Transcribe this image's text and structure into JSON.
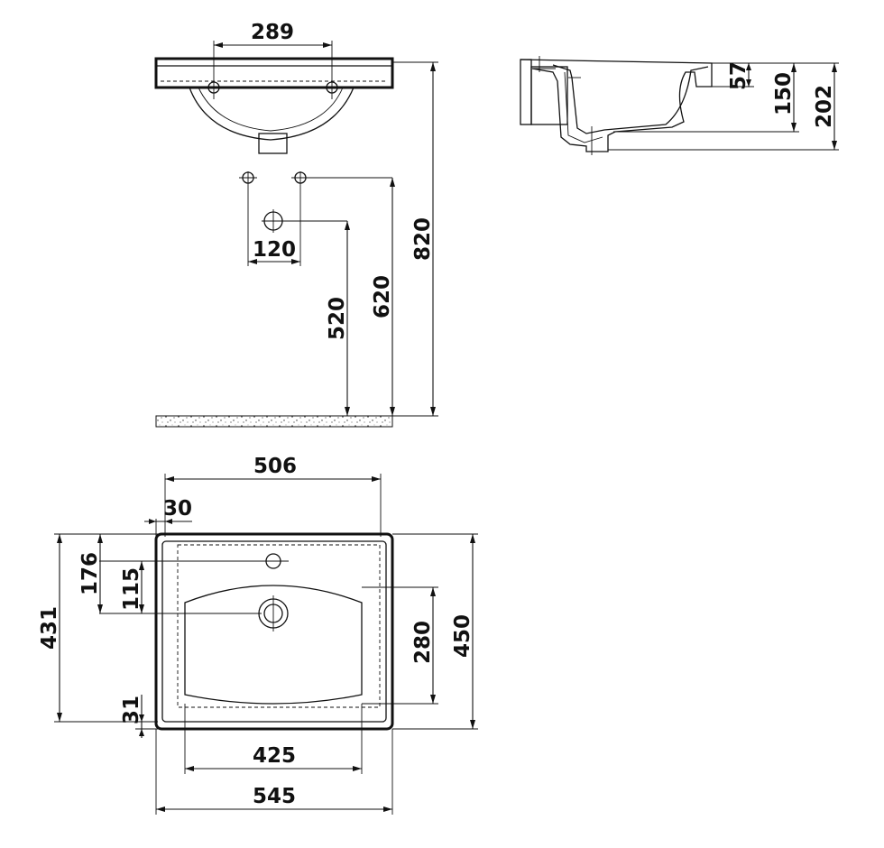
{
  "drawing": {
    "front_view": {
      "faucet_spacing": "289",
      "hole_spacing": "120",
      "height_520": "520",
      "height_620": "620",
      "height_820": "820"
    },
    "side_view": {
      "depth_57": "57",
      "depth_150": "150",
      "depth_202": "202"
    },
    "top_view": {
      "width_506": "506",
      "offset_30": "30",
      "dim_176": "176",
      "dim_115": "115",
      "depth_431": "431",
      "dim_31": "31",
      "bowl_280": "280",
      "depth_450": "450",
      "bowl_425": "425",
      "width_545": "545"
    }
  }
}
